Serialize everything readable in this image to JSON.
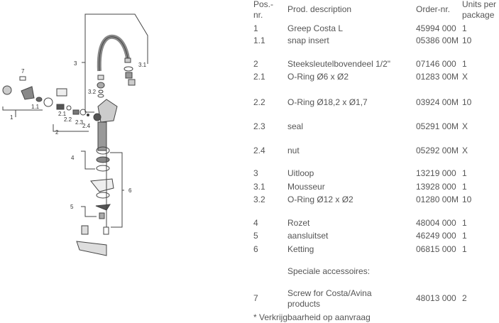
{
  "headers": {
    "pos": "Pos.-nr.",
    "desc": "Prod. description",
    "order": "Order-nr.",
    "units": "Units per package"
  },
  "rows": [
    {
      "pos": "1",
      "desc": "Greep Costa L",
      "order": "45994 000",
      "units": "1"
    },
    {
      "pos": "1.1",
      "desc": "snap insert",
      "order": "05386 00M",
      "units": "10"
    },
    {
      "pos": "2",
      "desc": "Steeksleutelbovendeel 1/2\"",
      "order": "07146 000",
      "units": "1"
    },
    {
      "pos": "2.1",
      "desc": "O-Ring Ø6 x Ø2",
      "order": "01283 00M",
      "units": "X"
    },
    {
      "pos": "2.2",
      "desc": "O-Ring Ø18,2 x Ø1,7",
      "order": "03924 00M",
      "units": "10"
    },
    {
      "pos": "2.3",
      "desc": "seal",
      "order": "05291 00M",
      "units": "X"
    },
    {
      "pos": "2.4",
      "desc": "nut",
      "order": "05292 00M",
      "units": "X"
    },
    {
      "pos": "3",
      "desc": "Uitloop",
      "order": "13219 000",
      "units": "1"
    },
    {
      "pos": "3.1",
      "desc": "Mousseur",
      "order": "13928 000",
      "units": "1"
    },
    {
      "pos": "3.2",
      "desc": "O-Ring Ø12 x Ø2",
      "order": "01280 00M",
      "units": "10"
    },
    {
      "pos": "4",
      "desc": "Rozet",
      "order": "48004 000",
      "units": "1"
    },
    {
      "pos": "5",
      "desc": "aansluitset",
      "order": "46249 000",
      "units": "1"
    },
    {
      "pos": "6",
      "desc": "Ketting",
      "order": "06815 000",
      "units": "1"
    }
  ],
  "special_heading": "Speciale accessoires:",
  "special_rows": [
    {
      "pos": "7",
      "desc": "Screw for Costa/Avina products",
      "order": "48013 000",
      "units": "2"
    }
  ],
  "footnote": "* Verkrijgbaarheid op aanvraag",
  "diagram_labels": [
    "1",
    "1.1",
    "2",
    "2.1",
    "2.2",
    "2.3",
    "2.4",
    "3",
    "3.1",
    "3.2",
    "4",
    "5",
    "6",
    "7"
  ]
}
